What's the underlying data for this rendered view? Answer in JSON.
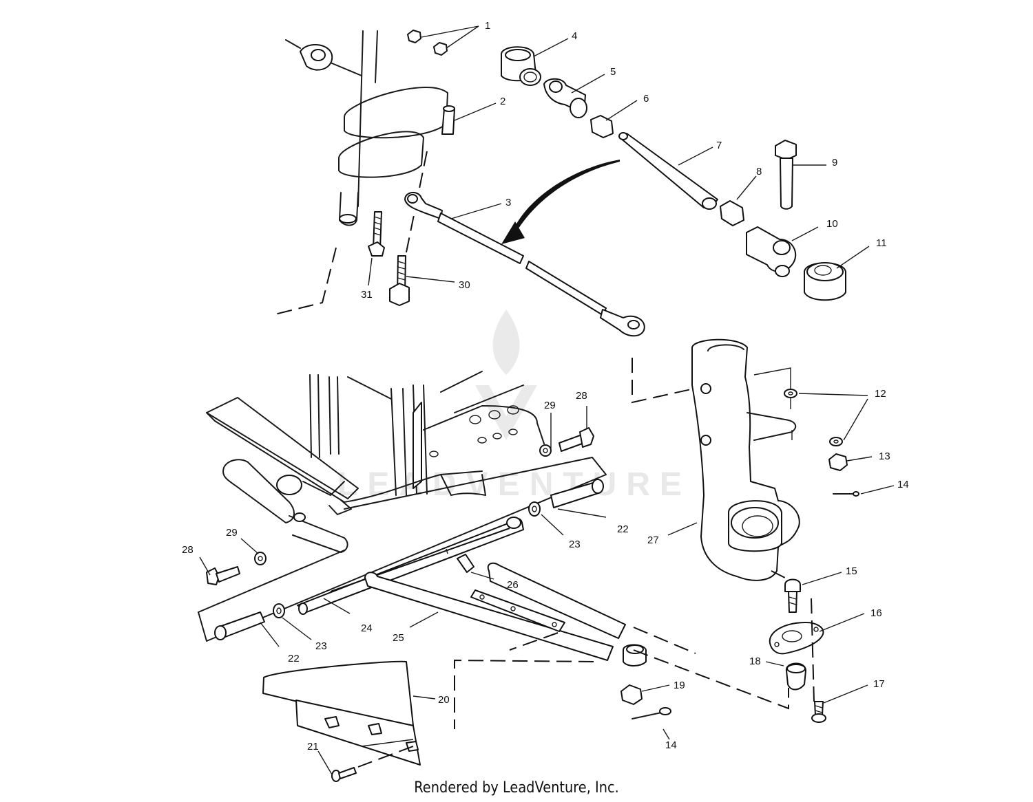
{
  "callouts": [
    {
      "id": "c1",
      "label": "1"
    },
    {
      "id": "c2",
      "label": "2"
    },
    {
      "id": "c3",
      "label": "3"
    },
    {
      "id": "c4",
      "label": "4"
    },
    {
      "id": "c5",
      "label": "5"
    },
    {
      "id": "c6",
      "label": "6"
    },
    {
      "id": "c7",
      "label": "7"
    },
    {
      "id": "c8",
      "label": "8"
    },
    {
      "id": "c9",
      "label": "9"
    },
    {
      "id": "c10",
      "label": "10"
    },
    {
      "id": "c11",
      "label": "11"
    },
    {
      "id": "c12",
      "label": "12"
    },
    {
      "id": "c13",
      "label": "13"
    },
    {
      "id": "c14a",
      "label": "14"
    },
    {
      "id": "c14b",
      "label": "14"
    },
    {
      "id": "c15",
      "label": "15"
    },
    {
      "id": "c16",
      "label": "16"
    },
    {
      "id": "c17",
      "label": "17"
    },
    {
      "id": "c18",
      "label": "18"
    },
    {
      "id": "c19",
      "label": "19"
    },
    {
      "id": "c20",
      "label": "20"
    },
    {
      "id": "c21",
      "label": "21"
    },
    {
      "id": "c22a",
      "label": "22"
    },
    {
      "id": "c22b",
      "label": "22"
    },
    {
      "id": "c23a",
      "label": "23"
    },
    {
      "id": "c23b",
      "label": "23"
    },
    {
      "id": "c24",
      "label": "24"
    },
    {
      "id": "c25",
      "label": "25"
    },
    {
      "id": "c26",
      "label": "26"
    },
    {
      "id": "c27",
      "label": "27"
    },
    {
      "id": "c28a",
      "label": "28"
    },
    {
      "id": "c28b",
      "label": "28"
    },
    {
      "id": "c29a",
      "label": "29"
    },
    {
      "id": "c29b",
      "label": "29"
    },
    {
      "id": "c30",
      "label": "30"
    },
    {
      "id": "c31",
      "label": "31"
    }
  ],
  "watermark": "LEADVENTURE",
  "caption": "Rendered by LeadVenture, Inc."
}
